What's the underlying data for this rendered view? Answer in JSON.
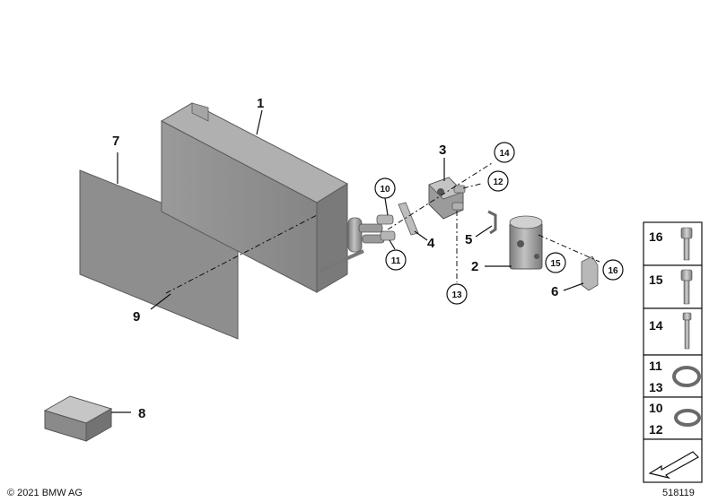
{
  "callouts": {
    "p1": "1",
    "p2": "2",
    "p3": "3",
    "p4": "4",
    "p5": "5",
    "p6": "6",
    "p7": "7",
    "p8": "8",
    "p9": "9",
    "c10": "10",
    "c11": "11",
    "c12": "12",
    "c13": "13",
    "c14": "14",
    "c15": "15",
    "c16": "16"
  },
  "panel": {
    "row16": "16",
    "row15": "15",
    "row14": "14",
    "row11a": "11",
    "row11b": "13",
    "row10a": "10",
    "row10b": "12"
  },
  "footer": {
    "copyright": "© 2021 BMW AG",
    "diagram_number": "518119"
  },
  "colors": {
    "part_gray": "#8c8c8c",
    "part_dark": "#6f6f6f",
    "line": "#111111"
  }
}
